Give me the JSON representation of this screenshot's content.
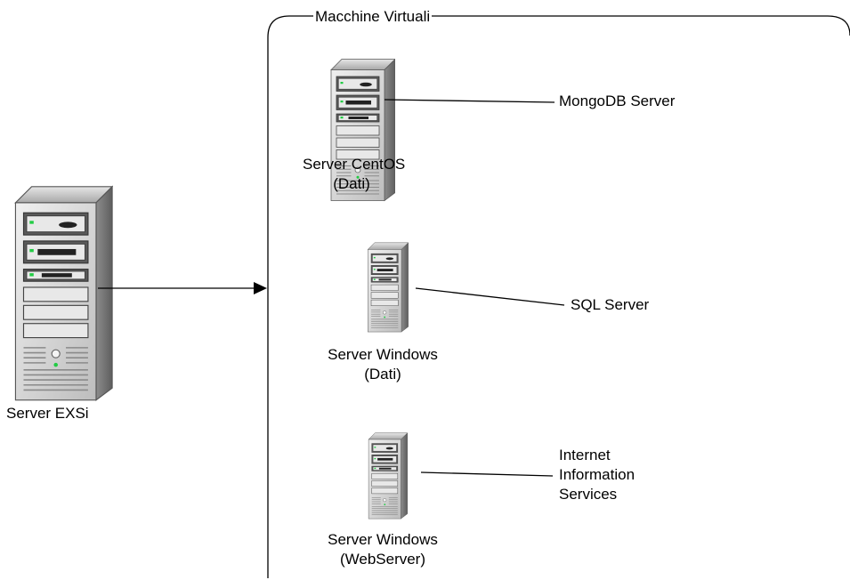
{
  "group": {
    "title": "Macchine Virtuali"
  },
  "host": {
    "label": "Server EXSi",
    "icon": "tower-server-icon"
  },
  "vms": [
    {
      "line1": "Server CentOS",
      "line2": "(Dati)",
      "service_lines": [
        "MongoDB Server"
      ],
      "icon": "tower-server-icon"
    },
    {
      "line1": "Server Windows",
      "line2": "(Dati)",
      "service_lines": [
        "SQL Server"
      ],
      "icon": "tower-server-icon"
    },
    {
      "line1": "Server Windows",
      "line2": "(WebServer)",
      "service_lines": [
        "Internet",
        "Information",
        "Services"
      ],
      "icon": "tower-server-icon"
    }
  ],
  "colors": {
    "line": "#000000",
    "server_front": "#d3d3d3",
    "server_side": "#9a9a9a",
    "led": "#22cc44"
  }
}
